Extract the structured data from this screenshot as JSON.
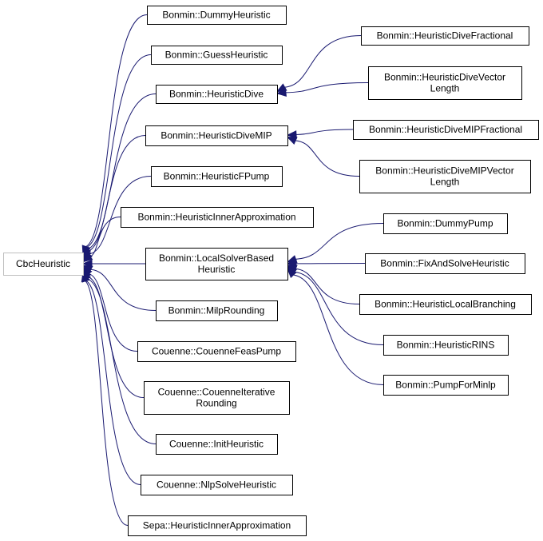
{
  "diagram": {
    "type": "inheritance-graph",
    "colors": {
      "edge": "#191970",
      "node_border": "#000000",
      "root_border": "#bfbfbf",
      "background": "#ffffff"
    },
    "nodes": [
      {
        "id": "cbc",
        "lines": [
          "CbcHeuristic"
        ],
        "root": true
      },
      {
        "id": "dummy",
        "lines": [
          "Bonmin::DummyHeuristic"
        ]
      },
      {
        "id": "guess",
        "lines": [
          "Bonmin::GuessHeuristic"
        ]
      },
      {
        "id": "hdive",
        "lines": [
          "Bonmin::HeuristicDive"
        ]
      },
      {
        "id": "hdivemip",
        "lines": [
          "Bonmin::HeuristicDiveMIP"
        ]
      },
      {
        "id": "fpump",
        "lines": [
          "Bonmin::HeuristicFPump"
        ]
      },
      {
        "id": "hinner",
        "lines": [
          "Bonmin::HeuristicInnerApproximation"
        ]
      },
      {
        "id": "lsb",
        "lines": [
          "Bonmin::LocalSolverBased",
          "Heuristic"
        ]
      },
      {
        "id": "milp",
        "lines": [
          "Bonmin::MilpRounding"
        ]
      },
      {
        "id": "feas",
        "lines": [
          "Couenne::CouenneFeasPump"
        ]
      },
      {
        "id": "iter",
        "lines": [
          "Couenne::CouenneIterative",
          "Rounding"
        ]
      },
      {
        "id": "init",
        "lines": [
          "Couenne::InitHeuristic"
        ]
      },
      {
        "id": "nlp",
        "lines": [
          "Couenne::NlpSolveHeuristic"
        ]
      },
      {
        "id": "sepa",
        "lines": [
          "Sepa::HeuristicInnerApproximation"
        ]
      },
      {
        "id": "hdfrac",
        "lines": [
          "Bonmin::HeuristicDiveFractional"
        ]
      },
      {
        "id": "hdvec",
        "lines": [
          "Bonmin::HeuristicDiveVector",
          "Length"
        ]
      },
      {
        "id": "hdmipfrac",
        "lines": [
          "Bonmin::HeuristicDiveMIPFractional"
        ]
      },
      {
        "id": "hdmipvec",
        "lines": [
          "Bonmin::HeuristicDiveMIPVector",
          "Length"
        ]
      },
      {
        "id": "dpump",
        "lines": [
          "Bonmin::DummyPump"
        ]
      },
      {
        "id": "fixsolve",
        "lines": [
          "Bonmin::FixAndSolveHeuristic"
        ]
      },
      {
        "id": "localbranch",
        "lines": [
          "Bonmin::HeuristicLocalBranching"
        ]
      },
      {
        "id": "rins",
        "lines": [
          "Bonmin::HeuristicRINS"
        ]
      },
      {
        "id": "pumpminlp",
        "lines": [
          "Bonmin::PumpForMinlp"
        ]
      }
    ],
    "edges": [
      {
        "from": "dummy",
        "to": "cbc"
      },
      {
        "from": "guess",
        "to": "cbc"
      },
      {
        "from": "hdive",
        "to": "cbc"
      },
      {
        "from": "hdivemip",
        "to": "cbc"
      },
      {
        "from": "fpump",
        "to": "cbc"
      },
      {
        "from": "hinner",
        "to": "cbc"
      },
      {
        "from": "lsb",
        "to": "cbc"
      },
      {
        "from": "milp",
        "to": "cbc"
      },
      {
        "from": "feas",
        "to": "cbc"
      },
      {
        "from": "iter",
        "to": "cbc"
      },
      {
        "from": "init",
        "to": "cbc"
      },
      {
        "from": "nlp",
        "to": "cbc"
      },
      {
        "from": "sepa",
        "to": "cbc"
      },
      {
        "from": "hdfrac",
        "to": "hdive"
      },
      {
        "from": "hdvec",
        "to": "hdive"
      },
      {
        "from": "hdmipfrac",
        "to": "hdivemip"
      },
      {
        "from": "hdmipvec",
        "to": "hdivemip"
      },
      {
        "from": "dpump",
        "to": "lsb"
      },
      {
        "from": "fixsolve",
        "to": "lsb"
      },
      {
        "from": "localbranch",
        "to": "lsb"
      },
      {
        "from": "rins",
        "to": "lsb"
      },
      {
        "from": "pumpminlp",
        "to": "lsb"
      }
    ]
  }
}
